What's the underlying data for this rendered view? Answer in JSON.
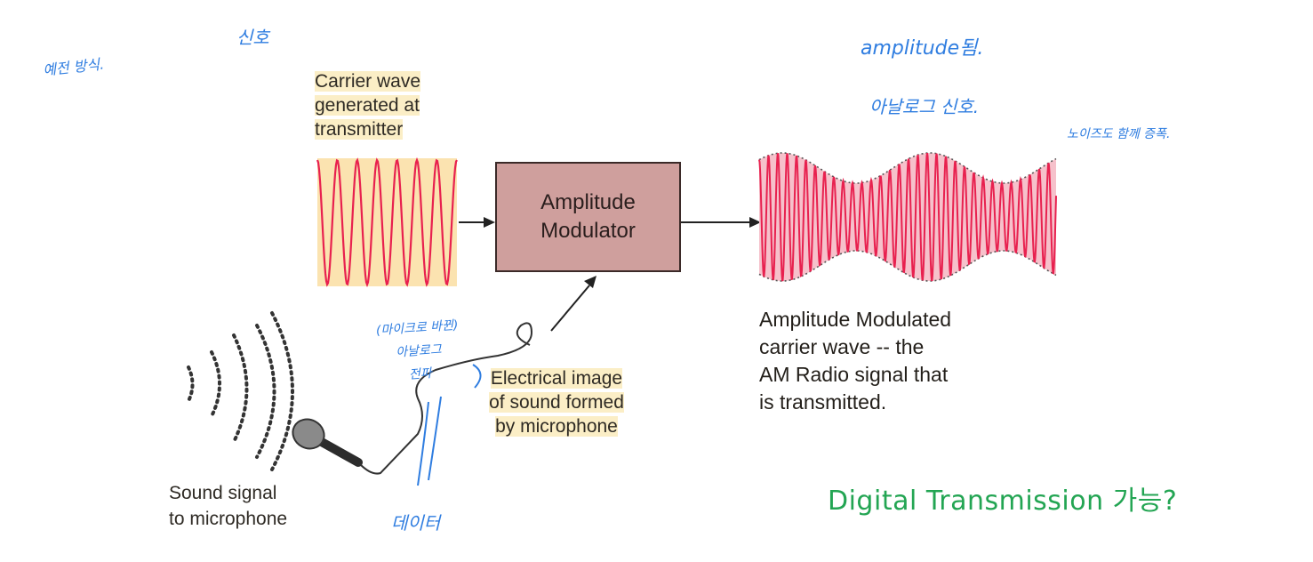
{
  "diagram": {
    "carrier_label": "Carrier wave\ngenerated at\ntransmitter",
    "modulator_label": "Amplitude\nModulator",
    "am_output_label": "Amplitude Modulated\ncarrier wave -- the\nAM Radio signal that\nis transmitted.",
    "electrical_label": "Electrical image\nof sound formed\nby microphone",
    "sound_label": "Sound signal\nto microphone"
  },
  "handwritten_notes": {
    "old_method": "예전 방식.",
    "signal": "신호",
    "amplitude_note": "amplitude됨.",
    "analog_signal": "아날로그 신호.",
    "noise_amplified": "노이즈도 함께 증폭.",
    "mic_converted": "(마이크로 바뀐)\n아날로그\n전파",
    "data": "데이터"
  },
  "question": "Digital Transmission 가능?",
  "colors": {
    "wave_red": "#e8214f",
    "carrier_fill": "#fbe3b0",
    "am_fill": "#f6c1cb",
    "modulator_fill": "#cf9f9d",
    "handwriting_blue": "#2f7de0",
    "question_green": "#23a553"
  }
}
